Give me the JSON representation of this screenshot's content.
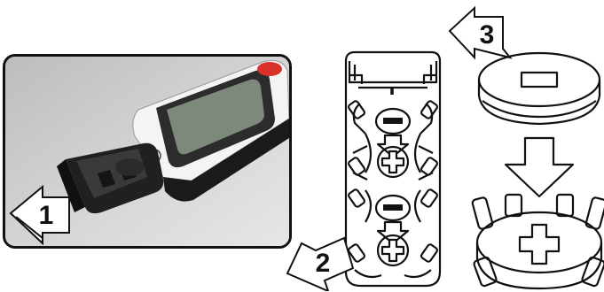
{
  "steps": [
    {
      "label": "1"
    },
    {
      "label": "2"
    },
    {
      "label": "3"
    }
  ],
  "icons": {
    "minus": "minus-symbol",
    "plus": "plus-symbol",
    "down_arrow": "arrow-down-icon"
  },
  "colors": {
    "outline": "#111111",
    "background": "#ffffff",
    "photo_backdrop": "#cfcfcf",
    "meter_red_button": "#d8322a"
  }
}
